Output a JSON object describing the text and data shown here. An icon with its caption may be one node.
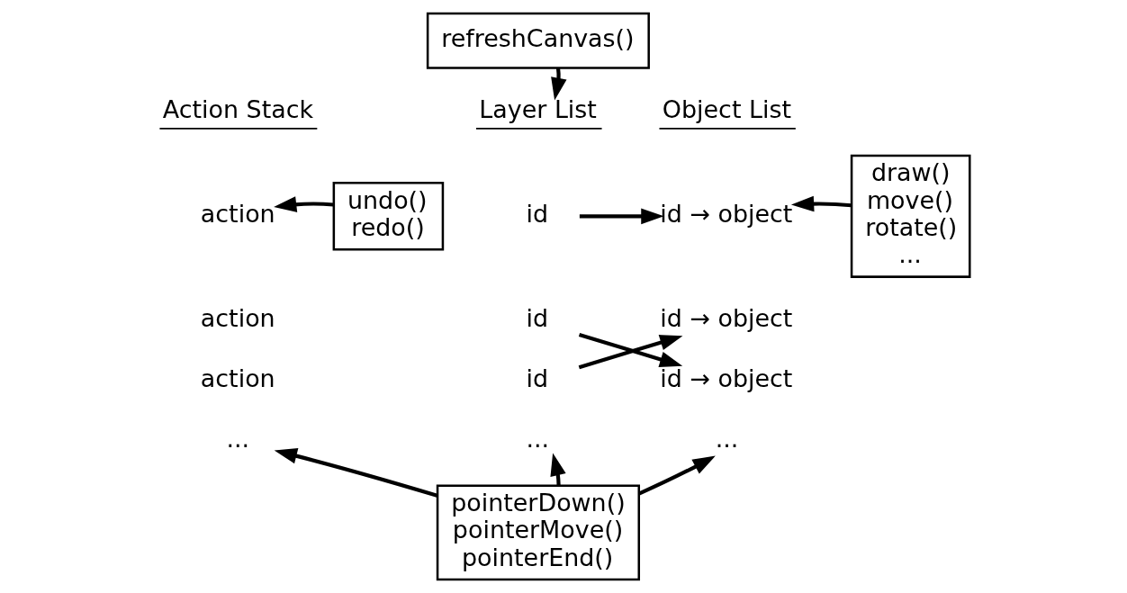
{
  "diagram": {
    "nodes": [
      {
        "text": [
          "refreshCanvas()"
        ]
      },
      {
        "text": [
          "Action Stack"
        ]
      },
      {
        "text": [
          "action"
        ]
      },
      {
        "text": [
          "action"
        ]
      },
      {
        "text": [
          "action"
        ]
      },
      {
        "text": [
          "..."
        ]
      },
      {
        "text": [
          "undo()",
          "redo()"
        ]
      },
      {
        "text": [
          "Layer List"
        ]
      },
      {
        "text": [
          "id"
        ]
      },
      {
        "text": [
          "id"
        ]
      },
      {
        "text": [
          "id"
        ]
      },
      {
        "text": [
          "..."
        ]
      },
      {
        "text": [
          "Object List"
        ]
      },
      {
        "text": [
          "id → object"
        ]
      },
      {
        "text": [
          "id → object"
        ]
      },
      {
        "text": [
          "id → object"
        ]
      },
      {
        "text": [
          "..."
        ]
      },
      {
        "text": [
          "draw()",
          "move()",
          "rotate()",
          "..."
        ]
      },
      {
        "text": [
          "pointerDown()",
          "pointerMove()",
          "pointerEnd()"
        ]
      }
    ],
    "edges": [
      {
        "from": 0,
        "to": 7,
        "arrow": "to"
      },
      {
        "from": 6,
        "to": 2,
        "arrow": "to"
      },
      {
        "from": 8,
        "to": 13,
        "arrow": "to"
      },
      {
        "from": 9,
        "to": 15,
        "arrow": "to"
      },
      {
        "from": 10,
        "to": 14,
        "arrow": "to"
      },
      {
        "from": 17,
        "to": 13,
        "arrow": "to"
      },
      {
        "from": 18,
        "to": 5,
        "arrow": "to"
      },
      {
        "from": 18,
        "to": 11,
        "arrow": "to"
      },
      {
        "from": 18,
        "to": 16,
        "arrow": "to"
      }
    ]
  }
}
